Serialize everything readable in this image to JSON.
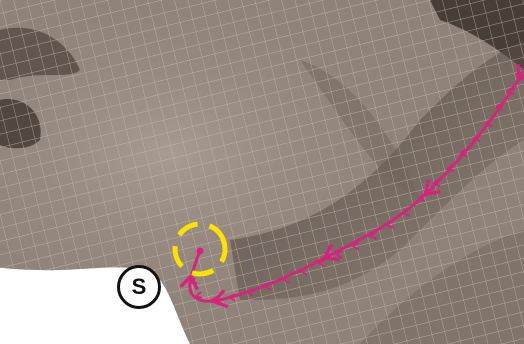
{
  "illustration": {
    "subject": "face-chin-and-neck-wireframe",
    "start_marker": {
      "label": "S",
      "ring_color": "#ffe100"
    },
    "path": {
      "color": "#d6247d",
      "marker": "chevron-arrows"
    },
    "colors": {
      "skin": "#8f8379",
      "shadow": "#4a4039",
      "mesh": "#c9bcb0",
      "background": "#ffffff"
    }
  }
}
